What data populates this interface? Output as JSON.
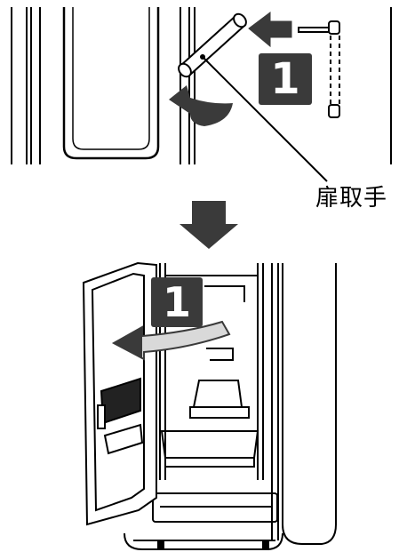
{
  "top_step": {
    "number": "1"
  },
  "bottom_step": {
    "number": "1"
  },
  "callout": {
    "label": "扉取手"
  },
  "icons": [
    "push-arrow-icon",
    "rotate-arrow-icon",
    "down-arrow-icon",
    "open-door-arrow-icon"
  ],
  "colors": {
    "ink": "#000000",
    "badge": "#3a3a3a",
    "arrow": "#3a3a3a",
    "arrow_light": "#d9d9d9"
  }
}
